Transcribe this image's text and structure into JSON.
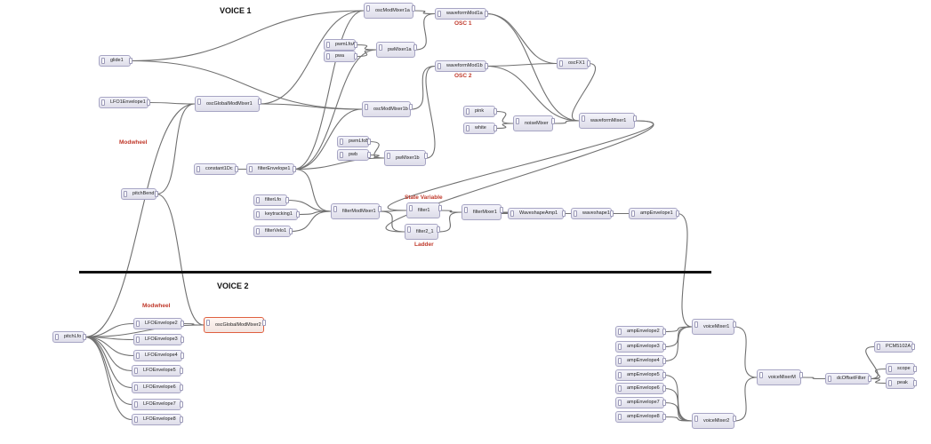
{
  "labels": {
    "voice1": "VOICE 1",
    "voice2": "VOICE 2",
    "osc1": "OSC 1",
    "osc2": "OSC 2",
    "modwheel1": "Modwheel",
    "modwheel2": "Modwheel",
    "state_variable": "State Variable",
    "ladder": "Ladder"
  },
  "nodes": {
    "oscModMixer1a": "oscModMixer1a",
    "waveformMod1a": "waveformMod1a",
    "pwmLfoA": "pwmLfoA",
    "pwa": "pwa",
    "pwMixer1a": "pwMixer1a",
    "glide1": "glide1",
    "waveformMod1b": "waveformMod1b",
    "oscFX1": "oscFX1",
    "LFO1Envelope1": "LFO1Envelope1",
    "oscGlobalModMixer1": "oscGlobalModMixer1",
    "oscModMixer1b": "oscModMixer1b",
    "pink": "pink",
    "white": "white",
    "noiseMixer": "noiseMixer",
    "waveformMixer1": "waveformMixer1",
    "pwmLfoB": "pwmLfoB",
    "pwb": "pwb",
    "pwMixer1b": "pwMixer1b",
    "constant1Dc": "constant1Dc",
    "filterEnvelope1": "filterEnvelope1",
    "pitchBend": "pitchBend",
    "filterLfo": "filterLfo",
    "keytracking1": "keytracking1",
    "filterVelo1": "filterVelo1",
    "filterModMixer1": "filterModMixer1",
    "filter1": "filter1",
    "filter2_1": "filter2_1",
    "filterMixer1": "filterMixer1",
    "waveshapeAmp1": "WaveshapeAmp1",
    "waveshape1": "waveshape1",
    "ampEnvelope1": "ampEnvelope1",
    "pitchLfo": "pitchLfo",
    "LFOEnvelope2": "LFOEnvelope2",
    "LFOEnvelope3": "LFOEnvelope3",
    "LFOEnvelope4": "LFOEnvelope4",
    "LFOEnvelope5": "LFOEnvelope5",
    "LFOEnvelope6": "LFOEnvelope6",
    "LFOEnvelope7": "LFOEnvelope7",
    "LFOEnvelope8": "LFOEnvelope8",
    "oscGlobalModMixer2": "oscGlobalModMixer2",
    "voiceMixer1": "voiceMixer1",
    "ampEnvelope2": "ampEnvelope2",
    "ampEnvelope3": "ampEnvelope3",
    "ampEnvelope4": "ampEnvelope4",
    "ampEnvelope5": "ampEnvelope5",
    "ampEnvelope6": "ampEnvelope6",
    "ampEnvelope7": "ampEnvelope7",
    "ampEnvelope8": "ampEnvelope8",
    "voiceMixer2": "voiceMixer2",
    "voiceMixerM": "voiceMixerM",
    "dcOffsetFilter": "dcOffsetFilter",
    "PCM5102A": "PCM5102A",
    "scope": "scope",
    "peak": "peak"
  },
  "colors": {
    "wire": "#707070",
    "node_border": "#a7a5c4",
    "selected_border": "#e06040",
    "accent_red": "#c0392b"
  },
  "connections": [
    [
      "glide1",
      "oscModMixer1a"
    ],
    [
      "glide1",
      "oscModMixer1b"
    ],
    [
      "LFO1Envelope1",
      "oscGlobalModMixer1"
    ],
    [
      "oscGlobalModMixer1",
      "oscModMixer1a"
    ],
    [
      "oscGlobalModMixer1",
      "oscModMixer1b"
    ],
    [
      "oscModMixer1a",
      "waveformMod1a"
    ],
    [
      "oscModMixer1b",
      "waveformMod1b"
    ],
    [
      "pwmLfoA",
      "pwMixer1a"
    ],
    [
      "pwa",
      "pwMixer1a"
    ],
    [
      "pwMixer1a",
      "waveformMod1a"
    ],
    [
      "pwmLfoB",
      "pwMixer1b"
    ],
    [
      "pwb",
      "pwMixer1b"
    ],
    [
      "pwMixer1b",
      "waveformMod1b"
    ],
    [
      "waveformMod1a",
      "oscFX1"
    ],
    [
      "waveformMod1b",
      "oscFX1"
    ],
    [
      "waveformMod1a",
      "waveformMixer1"
    ],
    [
      "waveformMod1b",
      "waveformMixer1"
    ],
    [
      "oscFX1",
      "waveformMixer1"
    ],
    [
      "pink",
      "noiseMixer"
    ],
    [
      "white",
      "noiseMixer"
    ],
    [
      "noiseMixer",
      "waveformMixer1"
    ],
    [
      "constant1Dc",
      "filterEnvelope1"
    ],
    [
      "filterEnvelope1",
      "oscModMixer1a"
    ],
    [
      "filterEnvelope1",
      "oscModMixer1b"
    ],
    [
      "filterEnvelope1",
      "pwMixer1a"
    ],
    [
      "filterEnvelope1",
      "pwMixer1b"
    ],
    [
      "filterEnvelope1",
      "filterModMixer1"
    ],
    [
      "filterLfo",
      "filterModMixer1"
    ],
    [
      "keytracking1",
      "filterModMixer1"
    ],
    [
      "filterVelo1",
      "filterModMixer1"
    ],
    [
      "filterModMixer1",
      "filter1"
    ],
    [
      "filterModMixer1",
      "filter2_1"
    ],
    [
      "waveformMixer1",
      "filter1"
    ],
    [
      "waveformMixer1",
      "filter2_1"
    ],
    [
      "filter1",
      "filterMixer1"
    ],
    [
      "filter2_1",
      "filterMixer1"
    ],
    [
      "filterMixer1",
      "waveshapeAmp1"
    ],
    [
      "waveshapeAmp1",
      "waveshape1"
    ],
    [
      "waveshape1",
      "ampEnvelope1"
    ],
    [
      "pitchBend",
      "oscGlobalModMixer1"
    ],
    [
      "pitchBend",
      "oscGlobalModMixer2"
    ],
    [
      "pitchLfo",
      "oscGlobalModMixer1"
    ],
    [
      "pitchLfo",
      "oscGlobalModMixer2"
    ],
    [
      "pitchLfo",
      "LFOEnvelope2"
    ],
    [
      "pitchLfo",
      "LFOEnvelope3"
    ],
    [
      "pitchLfo",
      "LFOEnvelope4"
    ],
    [
      "pitchLfo",
      "LFOEnvelope5"
    ],
    [
      "pitchLfo",
      "LFOEnvelope6"
    ],
    [
      "pitchLfo",
      "LFOEnvelope7"
    ],
    [
      "pitchLfo",
      "LFOEnvelope8"
    ],
    [
      "LFOEnvelope2",
      "oscGlobalModMixer2"
    ],
    [
      "ampEnvelope1",
      "voiceMixer1"
    ],
    [
      "ampEnvelope2",
      "voiceMixer1"
    ],
    [
      "ampEnvelope3",
      "voiceMixer1"
    ],
    [
      "ampEnvelope4",
      "voiceMixer1"
    ],
    [
      "ampEnvelope5",
      "voiceMixer2"
    ],
    [
      "ampEnvelope6",
      "voiceMixer2"
    ],
    [
      "ampEnvelope7",
      "voiceMixer2"
    ],
    [
      "ampEnvelope8",
      "voiceMixer2"
    ],
    [
      "voiceMixer1",
      "voiceMixerM"
    ],
    [
      "voiceMixer2",
      "voiceMixerM"
    ],
    [
      "voiceMixerM",
      "dcOffsetFilter"
    ],
    [
      "dcOffsetFilter",
      "PCM5102A"
    ],
    [
      "dcOffsetFilter",
      "scope"
    ],
    [
      "dcOffsetFilter",
      "peak"
    ]
  ]
}
